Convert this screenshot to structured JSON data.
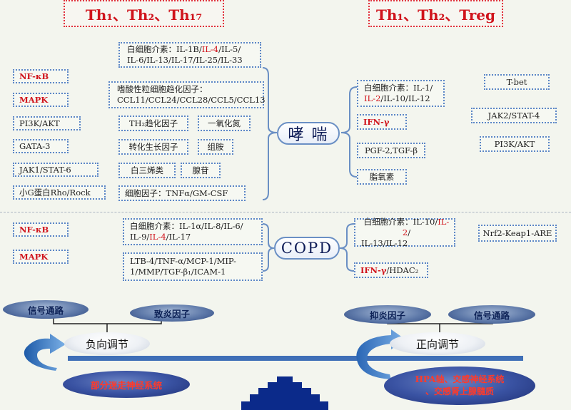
{
  "headers": {
    "left": "Th₁、Th₂、Th₁₇",
    "right": "Th₁、Th₂、Treg"
  },
  "asthma": {
    "hub_label": "哮 喘",
    "pathways_left": [
      "NF-κB",
      "MAPK",
      "PI3K/AKT",
      "GATA-3",
      "JAK1/STAT-6",
      "小G蛋白Rho/Rock"
    ],
    "mediators_left": {
      "cytokines": {
        "line1_a": "白细胞介素：IL-1B/",
        "line1_red": "IL-4",
        "line1_b": "/IL-5/",
        "line2": "IL-6/IL-13/IL-17/IL-25/IL-33"
      },
      "chemokines_line1": "嗜酸性粒细胞趋化因子：",
      "chemokines_line2": "CCL11/CCL24/CCL28/CCL5/CCL13",
      "th2_factor": "TH₂趋化因子",
      "nitric_oxide": "一氧化氮",
      "growth_factor": "转化生长因子",
      "histamine": "组胺",
      "leukotrienes": "白三烯类",
      "adenosine": "腺苷",
      "tnf": "细胞因子：TNFα/GM-CSF"
    },
    "mediators_right": {
      "cytokines_line1": "白细胞介素：IL-1/",
      "cytokines_red": "IL-2",
      "cytokines_rest": "/IL-10/IL-12",
      "ifn": "IFN-γ",
      "pgf": "PGF-2,TGF-β",
      "lipoxin": "脂氧素"
    },
    "pathways_right": [
      "T-bet",
      "JAK2/STAT-4",
      "PI3K/AKT"
    ]
  },
  "copd": {
    "hub_label": "COPD",
    "pathways_left": [
      "NF-κB",
      "MAPK"
    ],
    "mediators_left": {
      "cyto_line1": "白细胞介素：IL-1α/IL-8/IL-6/",
      "cyto_line2_a": "IL-9/",
      "cyto_line2_red": "IL-4",
      "cyto_line2_b": "/IL-17",
      "ltb_line1": "LTB-4/TNF-α/MCP-1/MIP-",
      "ltb_line2": "1/MMP/TGF-β₁/ICAM-1"
    },
    "mediators_right": {
      "cyto_line1_a": "白细胞介素：IL-10/",
      "cyto_line1_red": "IL-2",
      "cyto_line1_b": "/",
      "cyto_line2": "IL-13/IL-12",
      "ifn_red": "IFN-γ",
      "ifn_rest": "/HDAC₂"
    },
    "pathway_right": "Nrf2-Keap1-ARE"
  },
  "balance": {
    "left_top_1": "信号通路",
    "left_top_2": "致炎因子",
    "left_center": "负向调节",
    "left_bottom": "部分迷走神经系统",
    "right_top_1": "抑炎因子",
    "right_top_2": "信号通路",
    "right_center": "正向调节",
    "right_bottom_line1": "HPA轴、交感神经系统",
    "right_bottom_line2": "、交感肾上腺髓质"
  },
  "colors": {
    "red_text": "#d0141c",
    "box_border": "#5b86c6",
    "header_border": "#e0303a",
    "navy": "#1a2a6b"
  }
}
